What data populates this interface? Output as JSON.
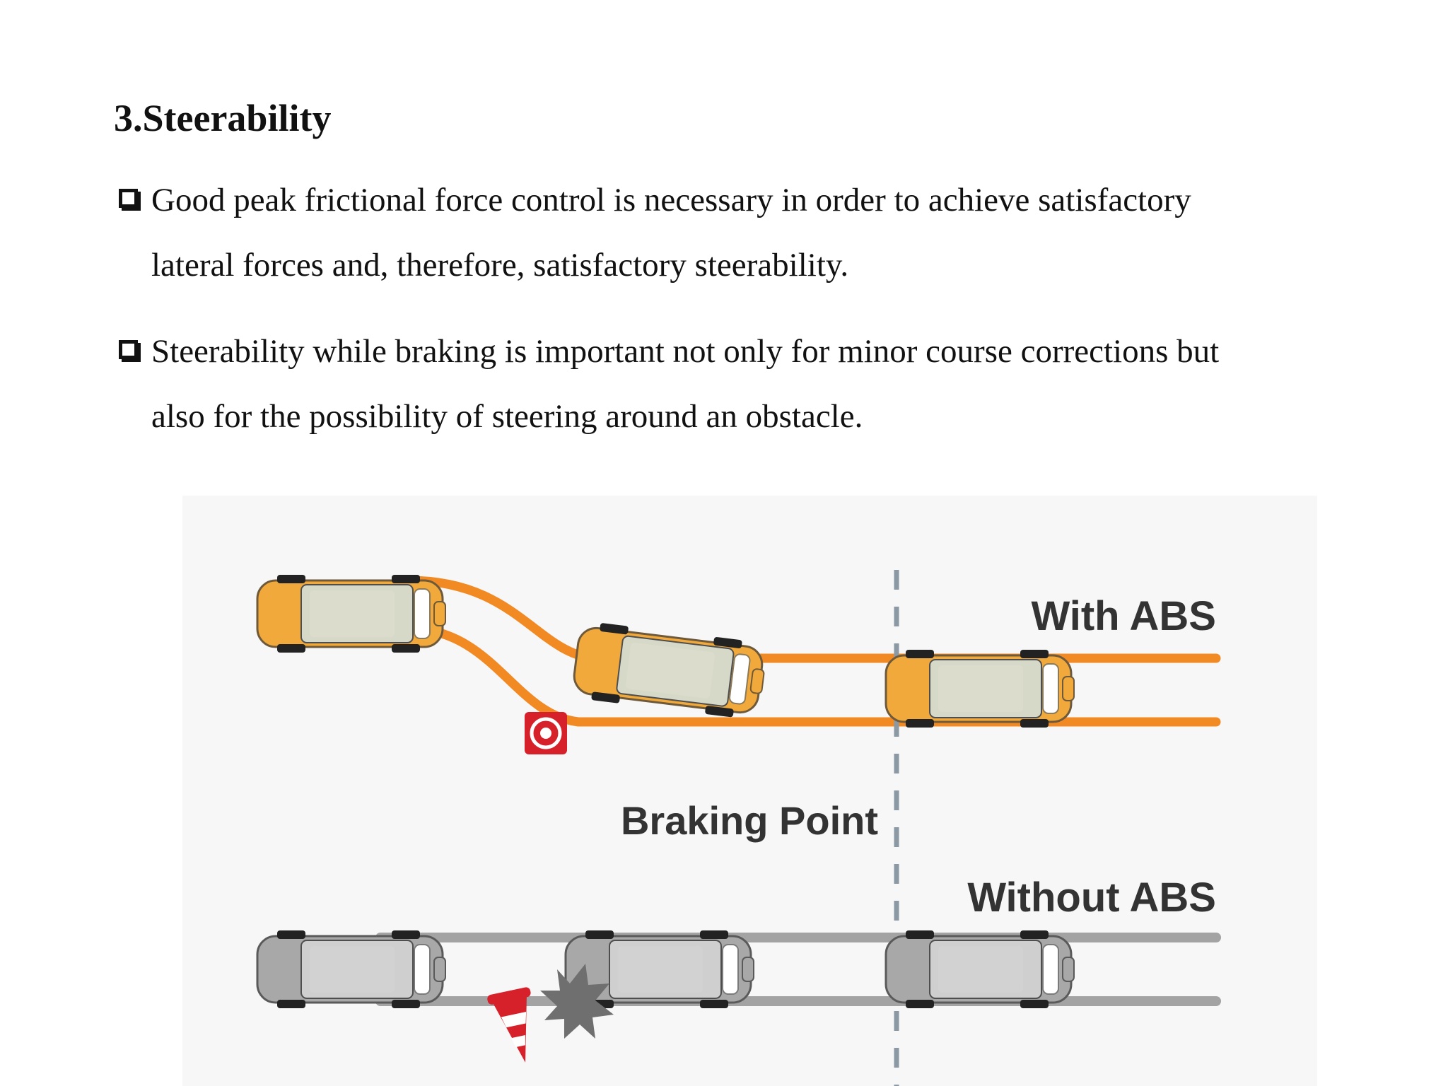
{
  "page": {
    "title": "3.Steerability",
    "bullets": [
      {
        "line1": "Good peak frictional force control is necessary in order to achieve satisfactory",
        "line2": "lateral forces and, therefore, satisfactory steerability."
      },
      {
        "line1": "Steerability while braking is important not only for minor course corrections but",
        "line2": "also for the possibility of steering around an obstacle."
      }
    ]
  },
  "diagram": {
    "label_with_abs": "With ABS",
    "label_braking_point": "Braking Point",
    "label_without_abs": "Without ABS",
    "colors": {
      "with_abs_path": "#f28a24",
      "with_abs_car": "#f2a93b",
      "without_abs_path": "#a3a3a3",
      "without_abs_car": "#a8a8a8",
      "cabin_with_abs": "#d6d8c8",
      "cabin_without_abs": "#cfcfcf",
      "obstacle": "#d6202a",
      "braking_line": "#8a99a3",
      "background": "#f7f7f8"
    },
    "icons": [
      "car-icon",
      "target-icon",
      "traffic-cone-icon",
      "collision-burst-icon"
    ]
  }
}
